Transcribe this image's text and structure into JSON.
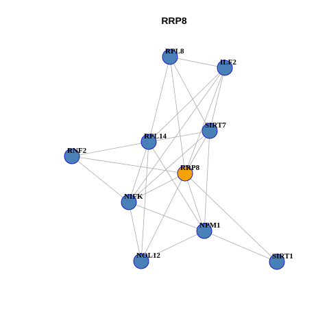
{
  "title": "RRP8",
  "colors": {
    "node_default": "#4a80b8",
    "node_center": "#f5a10a",
    "node_stroke": "#1a1ad0",
    "edge": "#aaaaaa"
  },
  "nodes": [
    {
      "id": "RPL8",
      "label": "RPL8",
      "center": false
    },
    {
      "id": "ILF2",
      "label": "ILF2",
      "center": false
    },
    {
      "id": "SIRT7",
      "label": "SIRT7",
      "center": false
    },
    {
      "id": "RPL14",
      "label": "RPL14",
      "center": false
    },
    {
      "id": "RNF2",
      "label": "RNF2",
      "center": false
    },
    {
      "id": "RRP8",
      "label": "RRP8",
      "center": true
    },
    {
      "id": "NIFK",
      "label": "NIFK",
      "center": false
    },
    {
      "id": "NPM1",
      "label": "NPM1",
      "center": false
    },
    {
      "id": "NOL12",
      "label": "NOL12",
      "center": false
    },
    {
      "id": "SIRT1",
      "label": "SIRT1",
      "center": false
    }
  ],
  "edges": [
    [
      "RPL8",
      "ILF2"
    ],
    [
      "RPL8",
      "SIRT7"
    ],
    [
      "RPL8",
      "RPL14"
    ],
    [
      "RPL8",
      "RRP8"
    ],
    [
      "ILF2",
      "RPL14"
    ],
    [
      "ILF2",
      "SIRT7"
    ],
    [
      "ILF2",
      "RRP8"
    ],
    [
      "ILF2",
      "NIFK"
    ],
    [
      "SIRT7",
      "RPL14"
    ],
    [
      "SIRT7",
      "RRP8"
    ],
    [
      "SIRT7",
      "NIFK"
    ],
    [
      "SIRT7",
      "NPM1"
    ],
    [
      "RPL14",
      "RNF2"
    ],
    [
      "RPL14",
      "NIFK"
    ],
    [
      "RPL14",
      "NOL12"
    ],
    [
      "RPL14",
      "NPM1"
    ],
    [
      "RNF2",
      "RRP8"
    ],
    [
      "RNF2",
      "NIFK"
    ],
    [
      "RRP8",
      "NIFK"
    ],
    [
      "RRP8",
      "NPM1"
    ],
    [
      "RRP8",
      "NOL12"
    ],
    [
      "RRP8",
      "SIRT1"
    ],
    [
      "NIFK",
      "NPM1"
    ],
    [
      "NIFK",
      "NOL12"
    ],
    [
      "NPM1",
      "NOL12"
    ],
    [
      "NPM1",
      "SIRT1"
    ]
  ]
}
